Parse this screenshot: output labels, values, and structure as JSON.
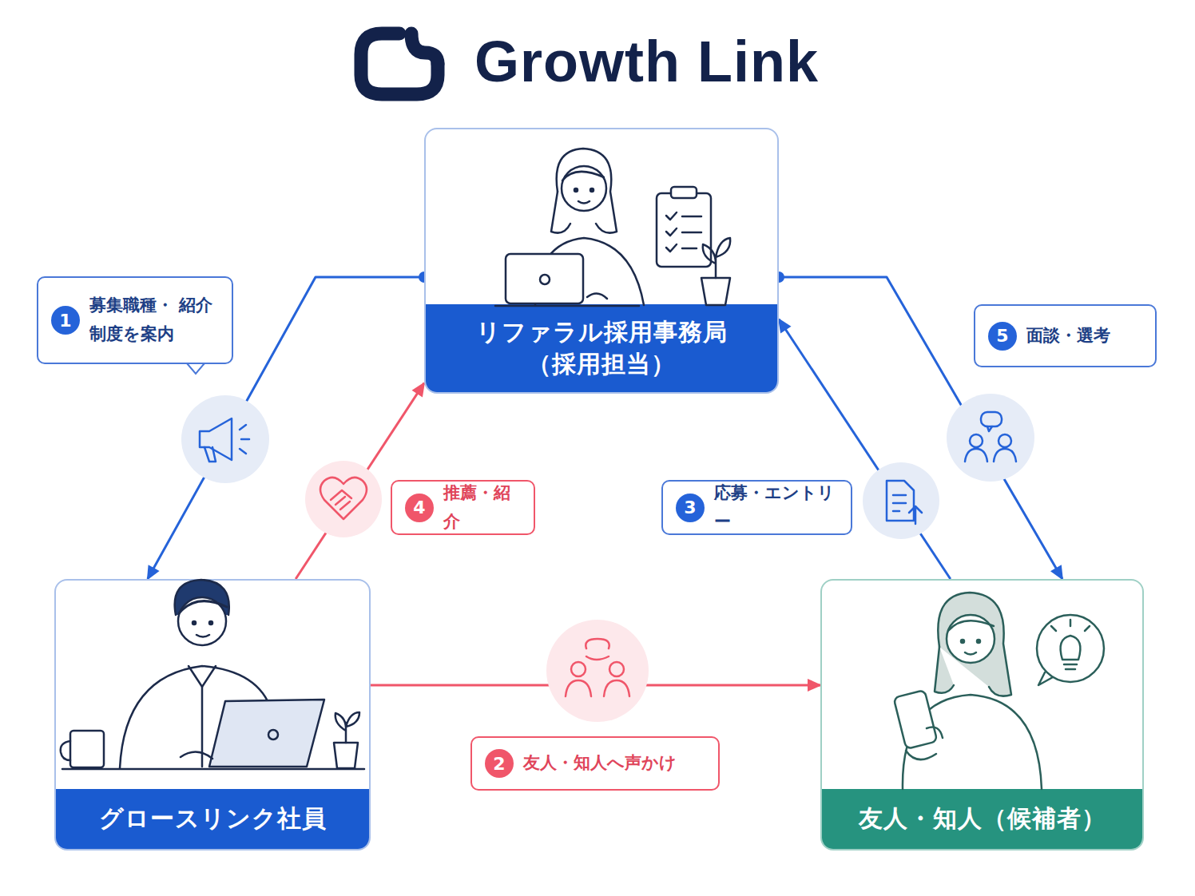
{
  "diagram": {
    "title": "Growth Link",
    "nodes": [
      {
        "text": [
          "リファラル採用事務局",
          "（採用担当）"
        ]
      },
      {
        "text": [
          "グロースリンク社員"
        ]
      },
      {
        "text": [
          "友人・知人（候補者）"
        ]
      }
    ],
    "edges": [
      {
        "from": 0,
        "to": 1,
        "label": "募集職種・ 紹介制度を案内",
        "arrow": "to"
      },
      {
        "from": 1,
        "to": 2,
        "label": "友人・知人へ声かけ",
        "arrow": "to"
      },
      {
        "from": 2,
        "to": 0,
        "label": "応募・エントリー",
        "arrow": "to"
      },
      {
        "from": 1,
        "to": 0,
        "label": "推薦・紹介",
        "arrow": "to"
      },
      {
        "from": 0,
        "to": 2,
        "label": "面談・選考",
        "arrow": "to"
      }
    ],
    "labels": [
      "1",
      "2",
      "3",
      "4",
      "5"
    ]
  }
}
